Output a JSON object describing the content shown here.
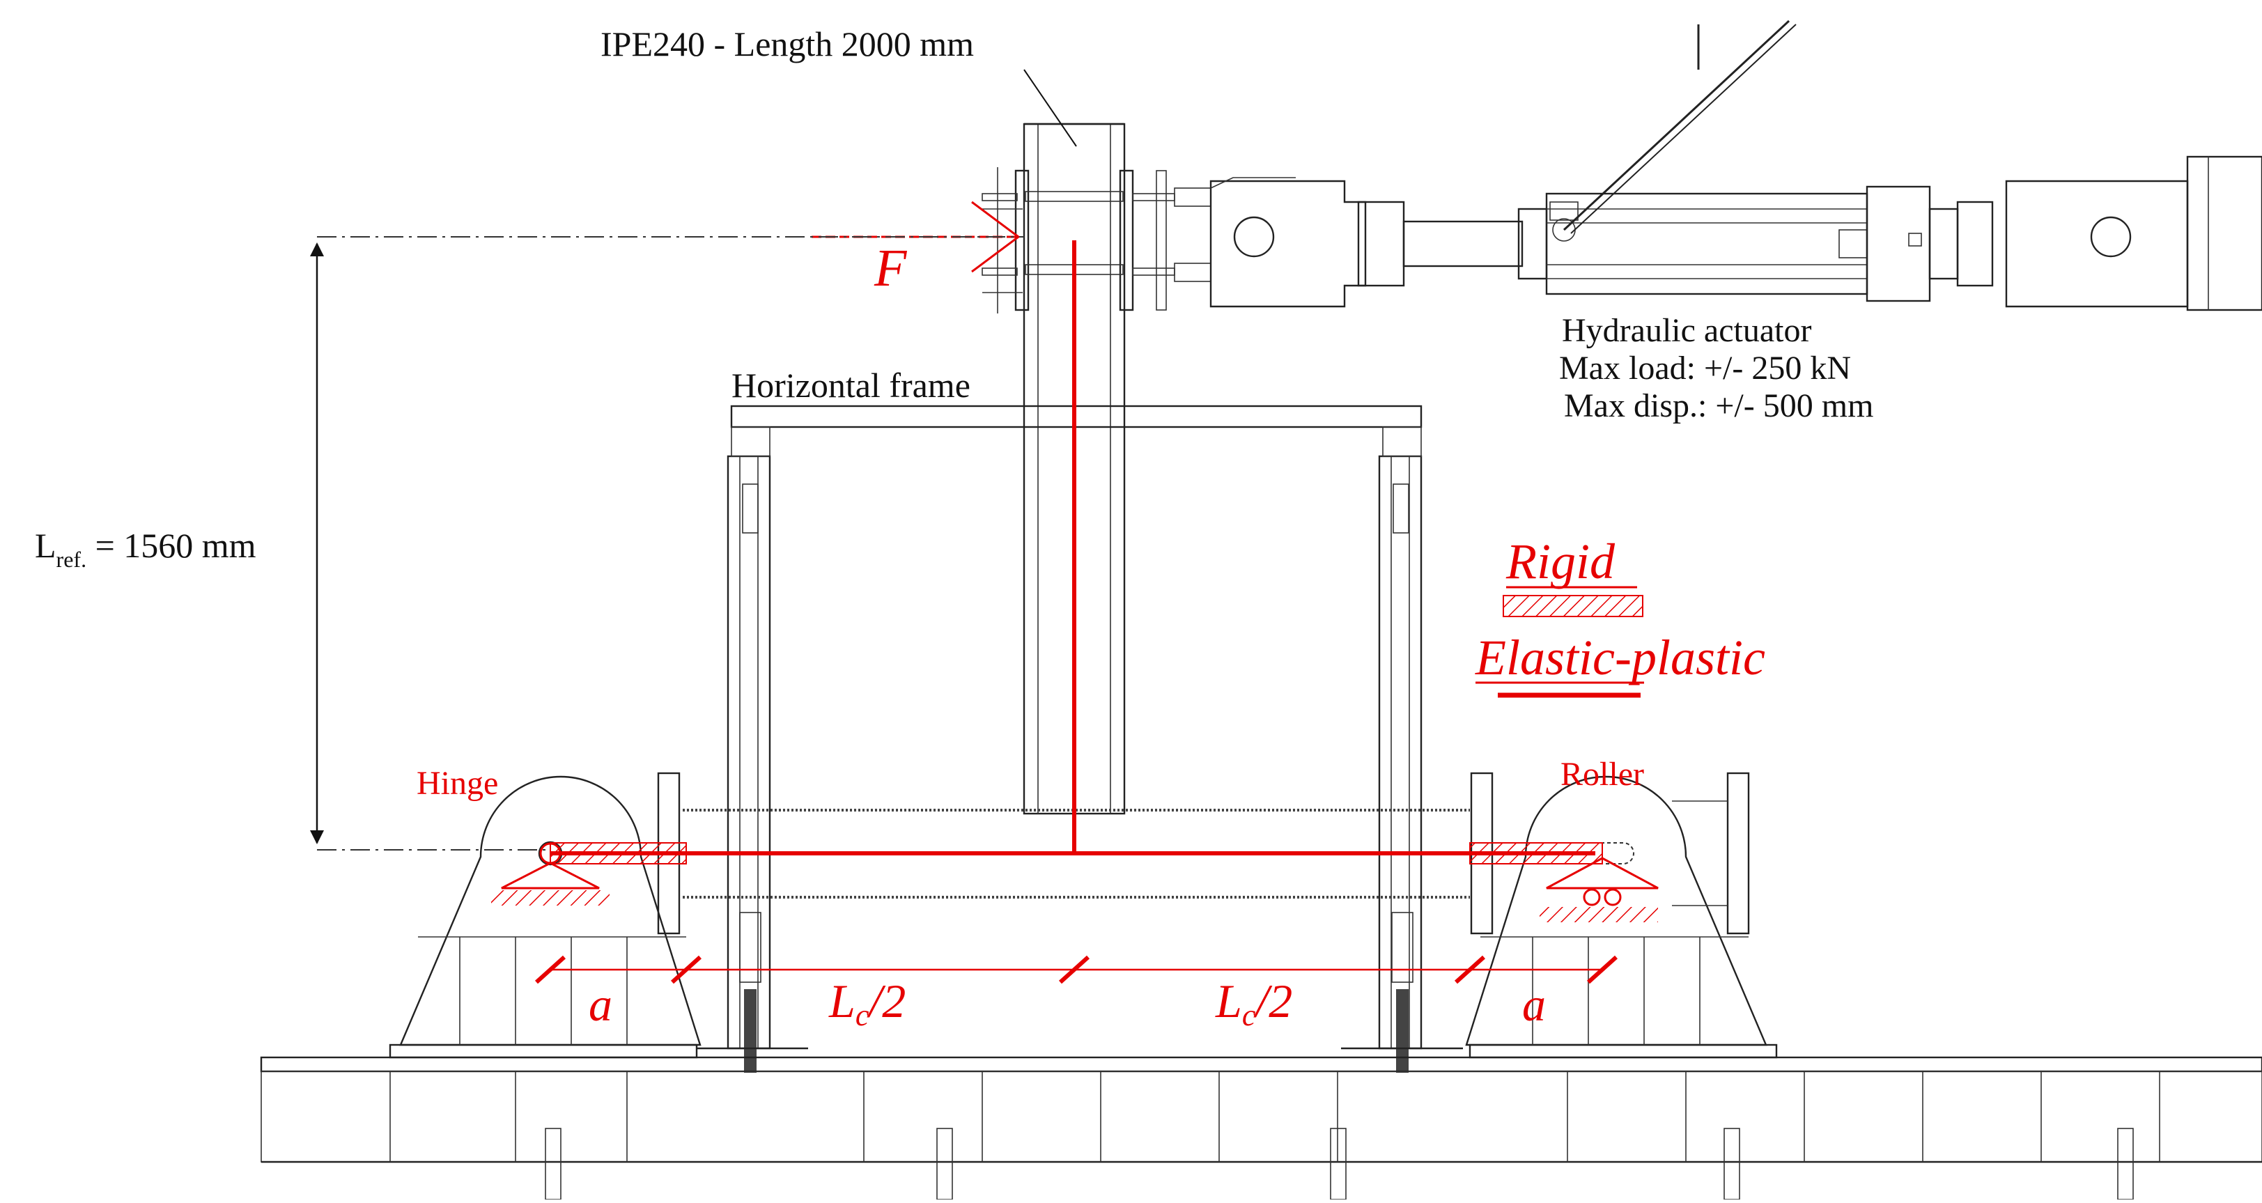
{
  "labels": {
    "beam": "IPE240 - Length 2000 mm",
    "force": "F",
    "frame": "Horizontal frame",
    "actuator_title": "Hydraulic actuator",
    "actuator_load": "Max load: +/- 250 kN",
    "actuator_disp": "Max disp.: +/- 500 mm",
    "lref_main": "L",
    "lref_sub": "ref.",
    "lref_value": " = 1560 mm",
    "hinge": "Hinge",
    "roller": "Roller",
    "rigid": "Rigid",
    "elastic_plastic": "Elastic-plastic",
    "a_left": "a",
    "a_right": "a",
    "lc_left_main": "L",
    "lc_left_sub": "c",
    "lc_left_tail": "/2",
    "lc_right_main": "L",
    "lc_right_sub": "c",
    "lc_right_tail": "/2"
  },
  "colors": {
    "structure": "#222222",
    "model": "#e60000",
    "background": "#ffffff"
  }
}
